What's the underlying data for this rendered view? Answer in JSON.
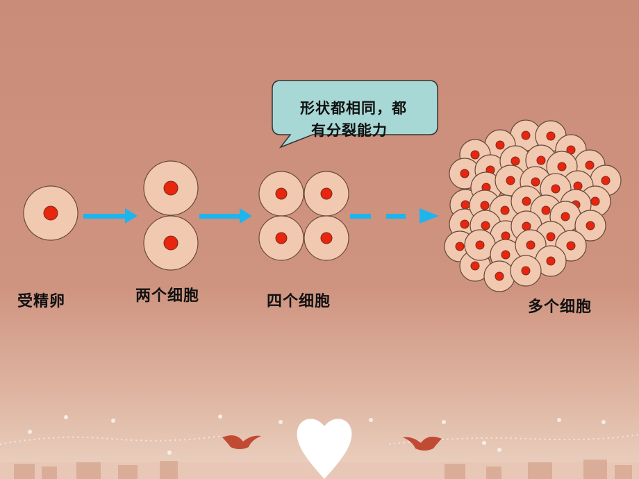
{
  "stages": [
    {
      "label": "受精卵"
    },
    {
      "label": "两个细胞"
    },
    {
      "label": "四个细胞"
    },
    {
      "label": "多个细胞"
    }
  ],
  "callout": {
    "line1": "形状都相同，都",
    "line2": "有分裂能力"
  },
  "colors": {
    "background": "#c98c78",
    "cell_fill": "#f0c9b0",
    "cell_stroke": "#6a4a3a",
    "nucleus": "#e8250f",
    "arrow": "#1eb4ee",
    "callout_fill": "#a8d8d6"
  }
}
